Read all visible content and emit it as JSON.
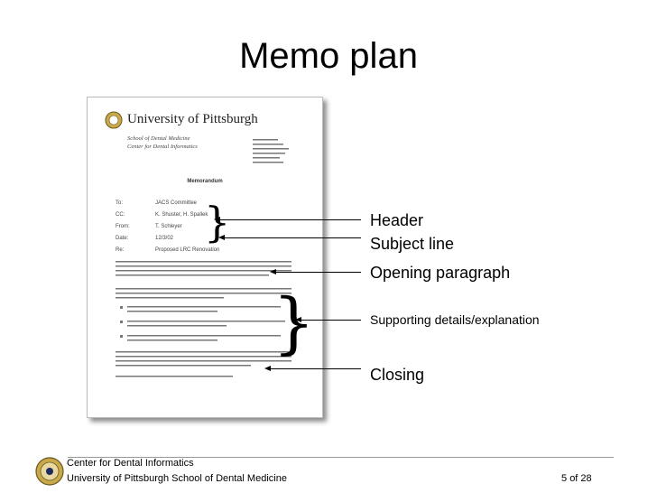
{
  "title": "Memo plan",
  "labels": {
    "header": "Header",
    "subject_line": "Subject line",
    "opening_paragraph": "Opening paragraph",
    "supporting_details": "Supporting details/explanation",
    "closing": "Closing"
  },
  "memo": {
    "university": "University of Pittsburgh",
    "school": "School of Dental Medicine",
    "center": "Center for Dental Informatics",
    "heading": "Memorandum",
    "fields": [
      {
        "label": "To:",
        "value": "JACS Committee"
      },
      {
        "label": "CC:",
        "value": "K. Shuster, H. Spallek"
      },
      {
        "label": "From:",
        "value": "T. Schleyer"
      },
      {
        "label": "Date:",
        "value": "12/3/02"
      },
      {
        "label": "Re:",
        "value": "Proposed LRC Renovation"
      }
    ]
  },
  "footer": {
    "line1": "Center for Dental Informatics",
    "line2": "University of Pittsburgh School of Dental Medicine",
    "page": "5",
    "page_of": "of 28"
  },
  "colors": {
    "gold": "#c9a94a",
    "navy": "#1f2b5c"
  }
}
